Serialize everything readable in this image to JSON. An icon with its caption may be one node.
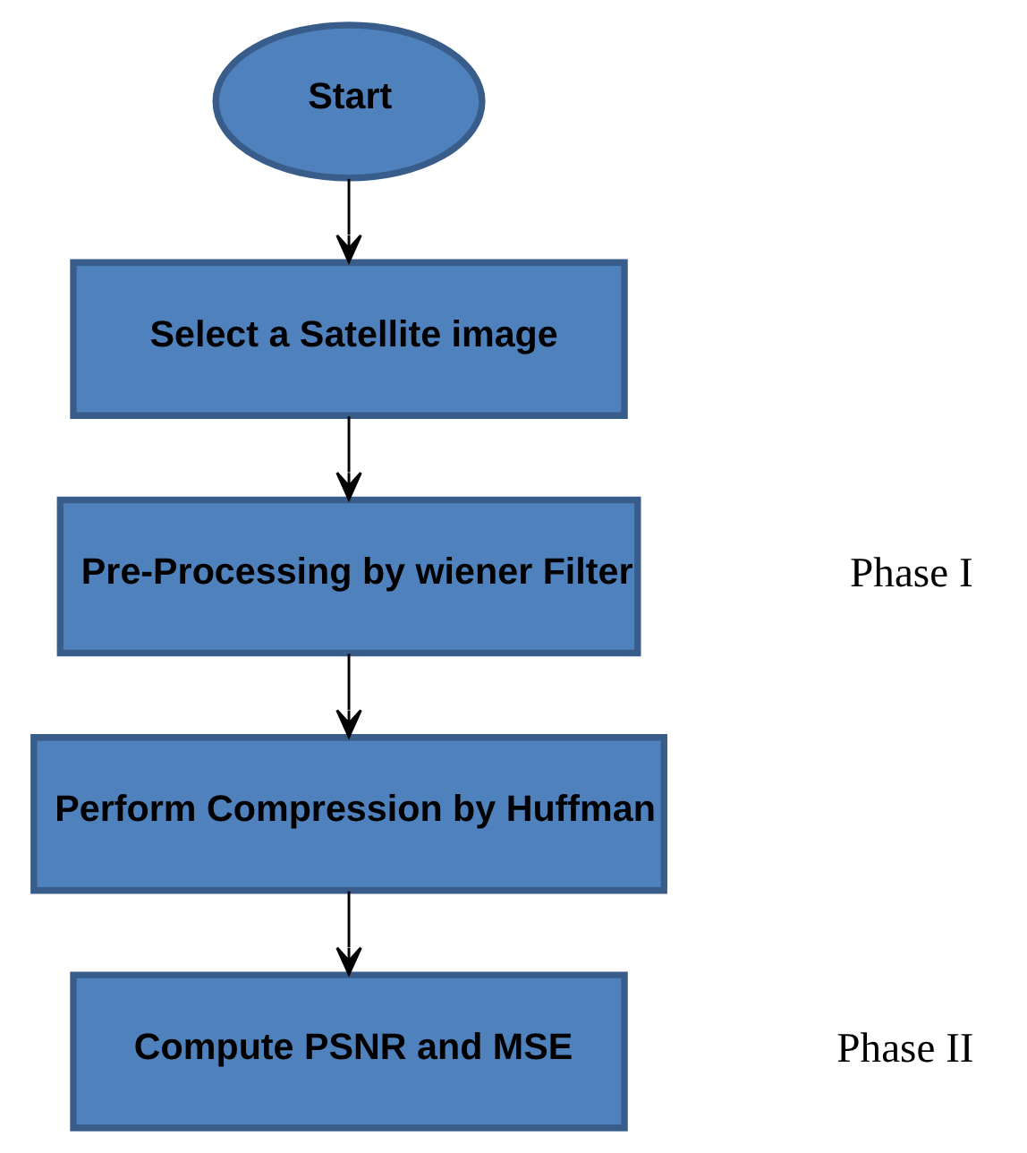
{
  "diagram": {
    "nodes": [
      {
        "text": [
          "Start"
        ]
      },
      {
        "text": [
          "Select a Satellite image"
        ]
      },
      {
        "text": [
          "Pre-Processing by wiener Filter"
        ]
      },
      {
        "text": [
          "Perform Compression by Huffman"
        ]
      },
      {
        "text": [
          "Compute PSNR and MSE"
        ]
      }
    ],
    "edges": [
      {
        "from": 0,
        "to": 1,
        "arrow": "to"
      },
      {
        "from": 1,
        "to": 2,
        "arrow": "to"
      },
      {
        "from": 2,
        "to": 3,
        "arrow": "to"
      },
      {
        "from": 3,
        "to": 4,
        "arrow": "to"
      }
    ],
    "labels": [
      "Phase I",
      "Phase II"
    ]
  }
}
